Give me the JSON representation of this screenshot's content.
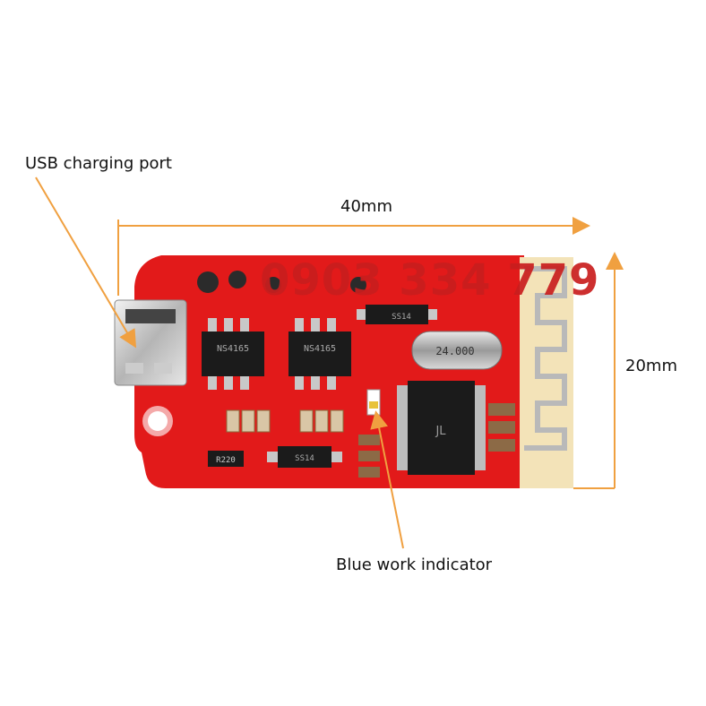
{
  "annotations": {
    "usb_port": "USB charging port",
    "width": "40mm",
    "height": "20mm",
    "indicator": "Blue work indicator"
  },
  "watermark": "0903 334 779",
  "chips": {
    "amp_left": "NS4165",
    "amp_right": "NS4165",
    "crystal": "24.000",
    "diode_top": "SS14",
    "diode_bottom": "SS14",
    "resistor": "R220",
    "bt_chip_logo": "JL"
  },
  "colors": {
    "pcb": "#e21a1a",
    "arrow": "#f0a040",
    "antenna_area": "#f3e3b8"
  }
}
